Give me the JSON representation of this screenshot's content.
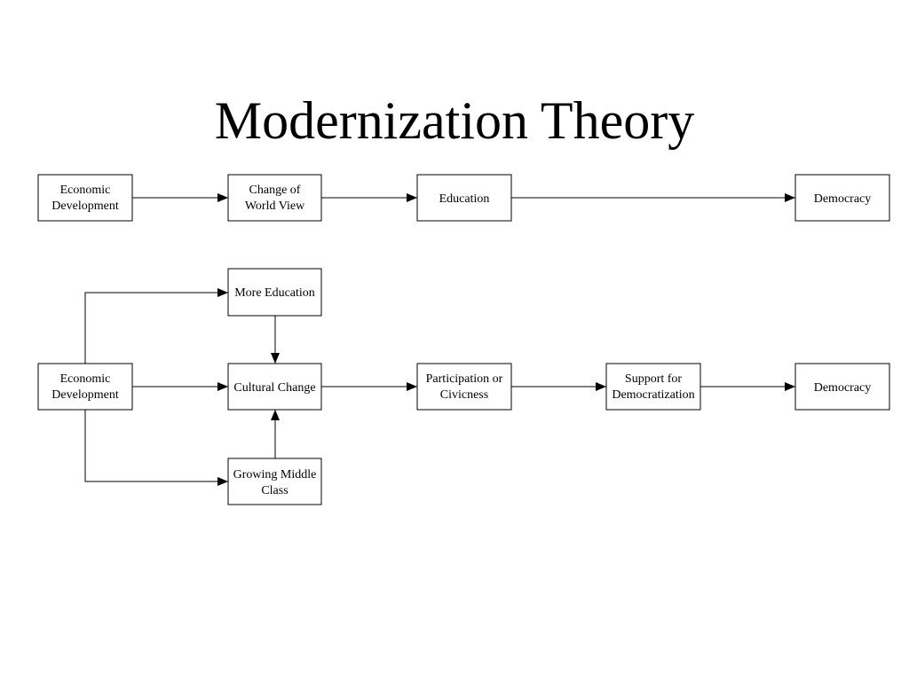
{
  "title": "Modernization Theory",
  "diagram_1": {
    "nodes": {
      "economic_development": [
        "Economic",
        "Development"
      ],
      "change_of_world_view": [
        "Change of",
        "World View"
      ],
      "education": [
        "Education"
      ],
      "democracy": [
        "Democracy"
      ]
    }
  },
  "diagram_2": {
    "nodes": {
      "economic_development": [
        "Economic",
        "Development"
      ],
      "more_education": [
        "More Education"
      ],
      "cultural_change": [
        "Cultural Change"
      ],
      "growing_middle_class": [
        "Growing Middle",
        "Class"
      ],
      "participation_or_civicness": [
        "Participation or",
        "Civicness"
      ],
      "support_for_democratization": [
        "Support for",
        "Democratization"
      ],
      "democracy": [
        "Democracy"
      ]
    }
  }
}
